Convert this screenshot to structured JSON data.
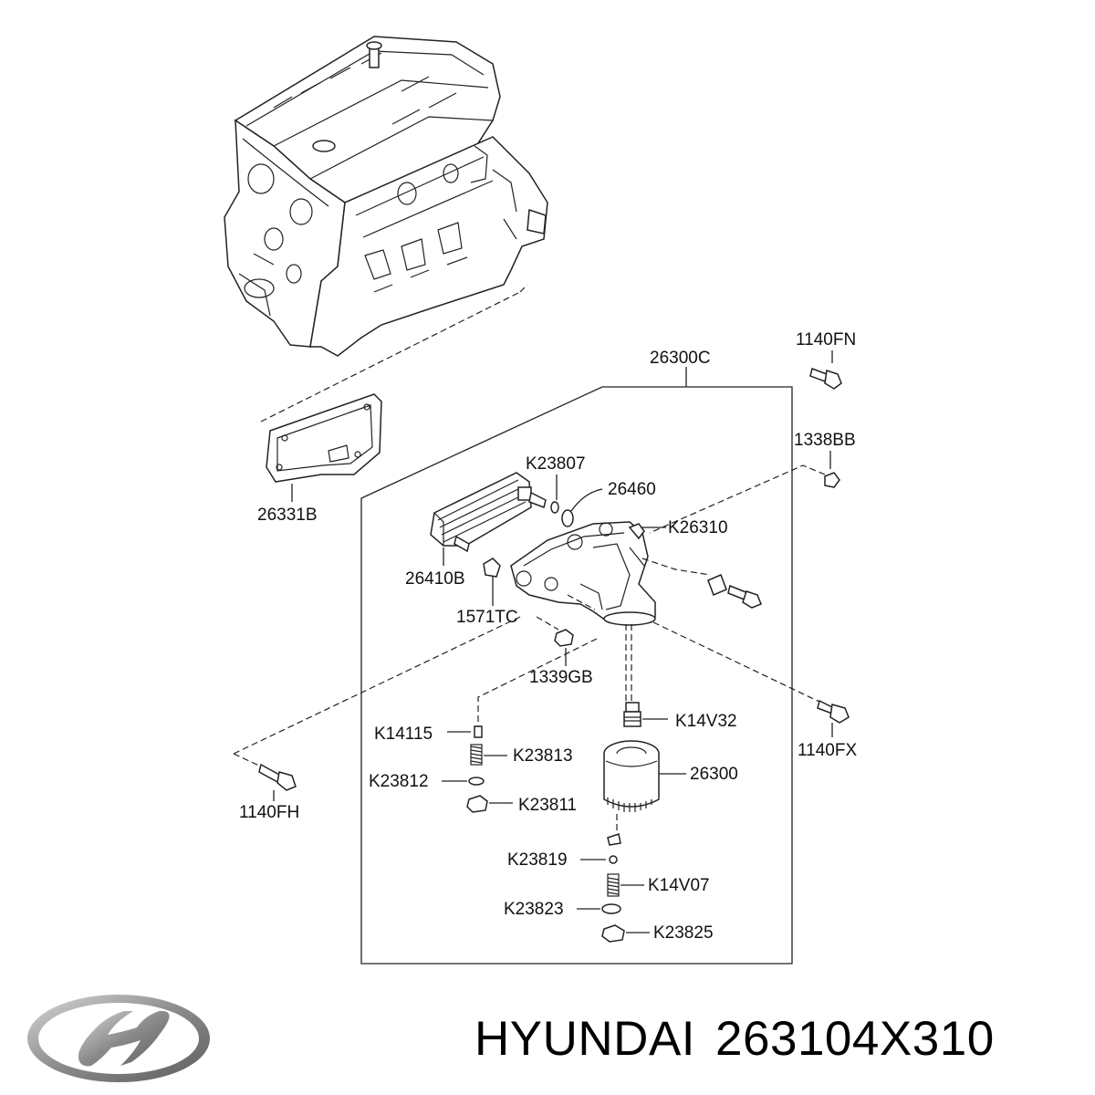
{
  "labels": {
    "l_26300C": "26300C",
    "l_1140FN": "1140FN",
    "l_1338BB": "1338BB",
    "l_26331B": "26331B",
    "l_K23807": "K23807",
    "l_26460": "26460",
    "l_K26310": "K26310",
    "l_26410B": "26410B",
    "l_1571TC": "1571TC",
    "l_1339GB": "1339GB",
    "l_K14115": "K14115",
    "l_K14V32": "K14V32",
    "l_1140FX": "1140FX",
    "l_K23813": "K23813",
    "l_K23812": "K23812",
    "l_26300": "26300",
    "l_1140FH": "1140FH",
    "l_K23811": "K23811",
    "l_K23819": "K23819",
    "l_K14V07": "K14V07",
    "l_K23823": "K23823",
    "l_K23825": "K23825"
  },
  "caption": {
    "brand": "HYUNDAI",
    "part_number": "263104X310"
  },
  "logo": {
    "icon": "hyundai-logo-icon",
    "color": "#8a8a8a"
  }
}
